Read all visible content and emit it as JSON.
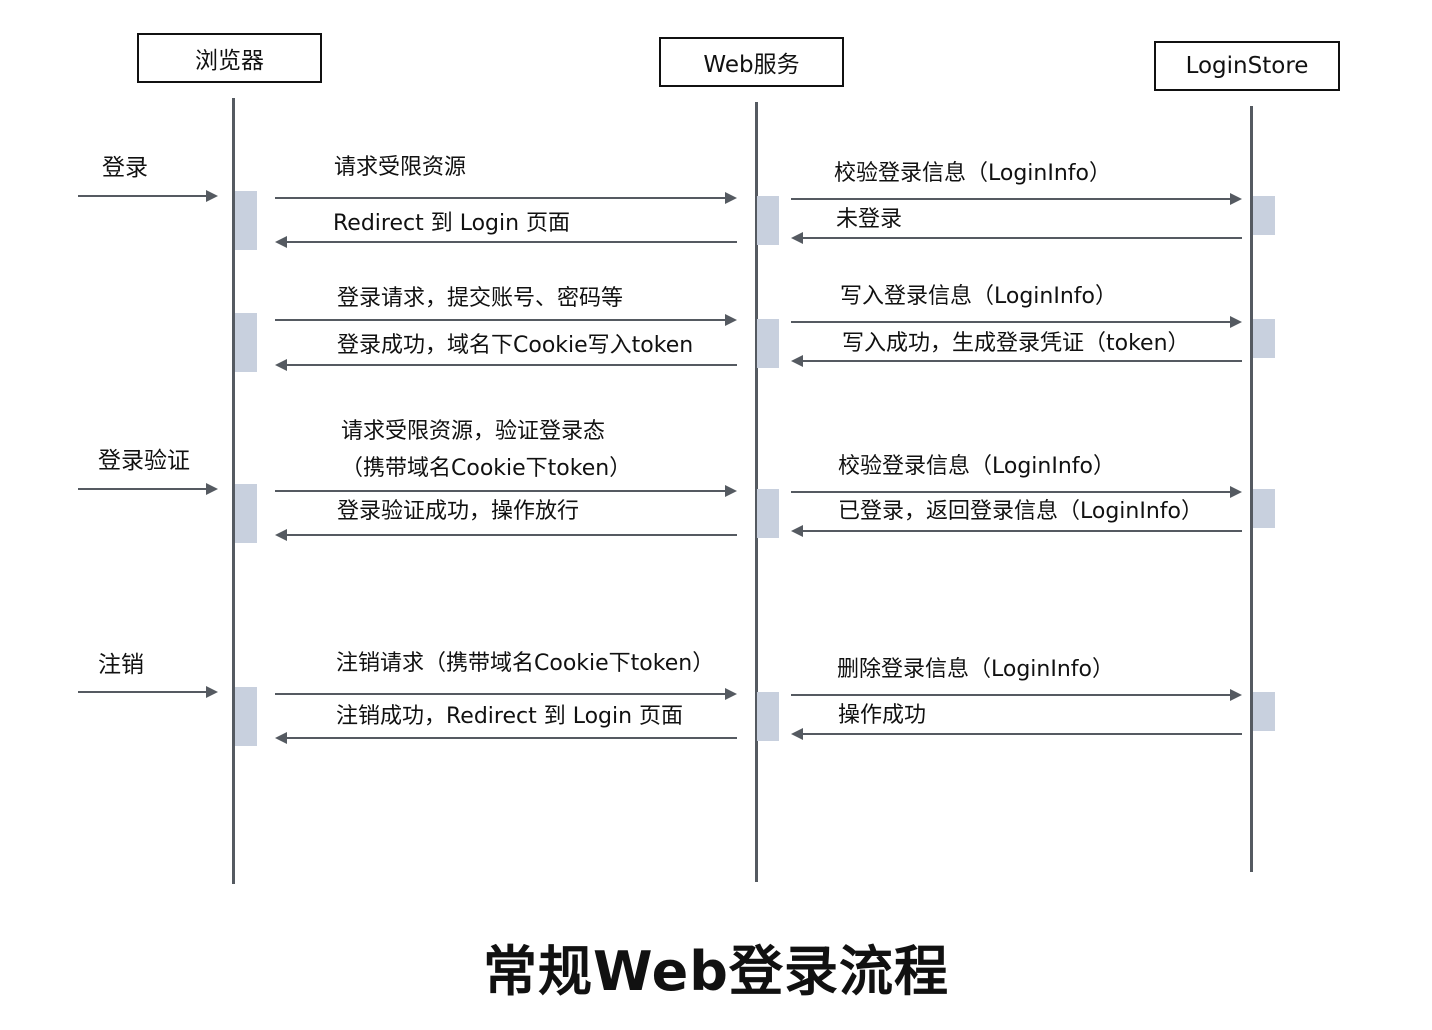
{
  "participants": {
    "browser": "浏览器",
    "web": "Web服务",
    "store": "LoginStore"
  },
  "stages": {
    "login": "登录",
    "verify": "登录验证",
    "logout": "注销"
  },
  "messages": {
    "login": {
      "req": "请求受限资源",
      "redirect": "Redirect 到 Login 页面",
      "check": "校验登录信息（LoginInfo）",
      "not_logged": "未登录",
      "login_req": "登录请求，提交账号、密码等",
      "login_ok": "登录成功，域名下Cookie写入token",
      "write": "写入登录信息（LoginInfo）",
      "write_ok": "写入成功，生成登录凭证（token）"
    },
    "verify": {
      "req_line1": "请求受限资源，验证登录态",
      "req_line2": "（携带域名Cookie下token）",
      "ok": "登录验证成功，操作放行",
      "check": "校验登录信息（LoginInfo）",
      "logged": "已登录，返回登录信息（LoginInfo）"
    },
    "logout": {
      "req": "注销请求（携带域名Cookie下token）",
      "ok": "注销成功，Redirect 到 Login 页面",
      "delete": "删除登录信息（LoginInfo）",
      "done": "操作成功"
    }
  },
  "title": "常规Web登录流程"
}
